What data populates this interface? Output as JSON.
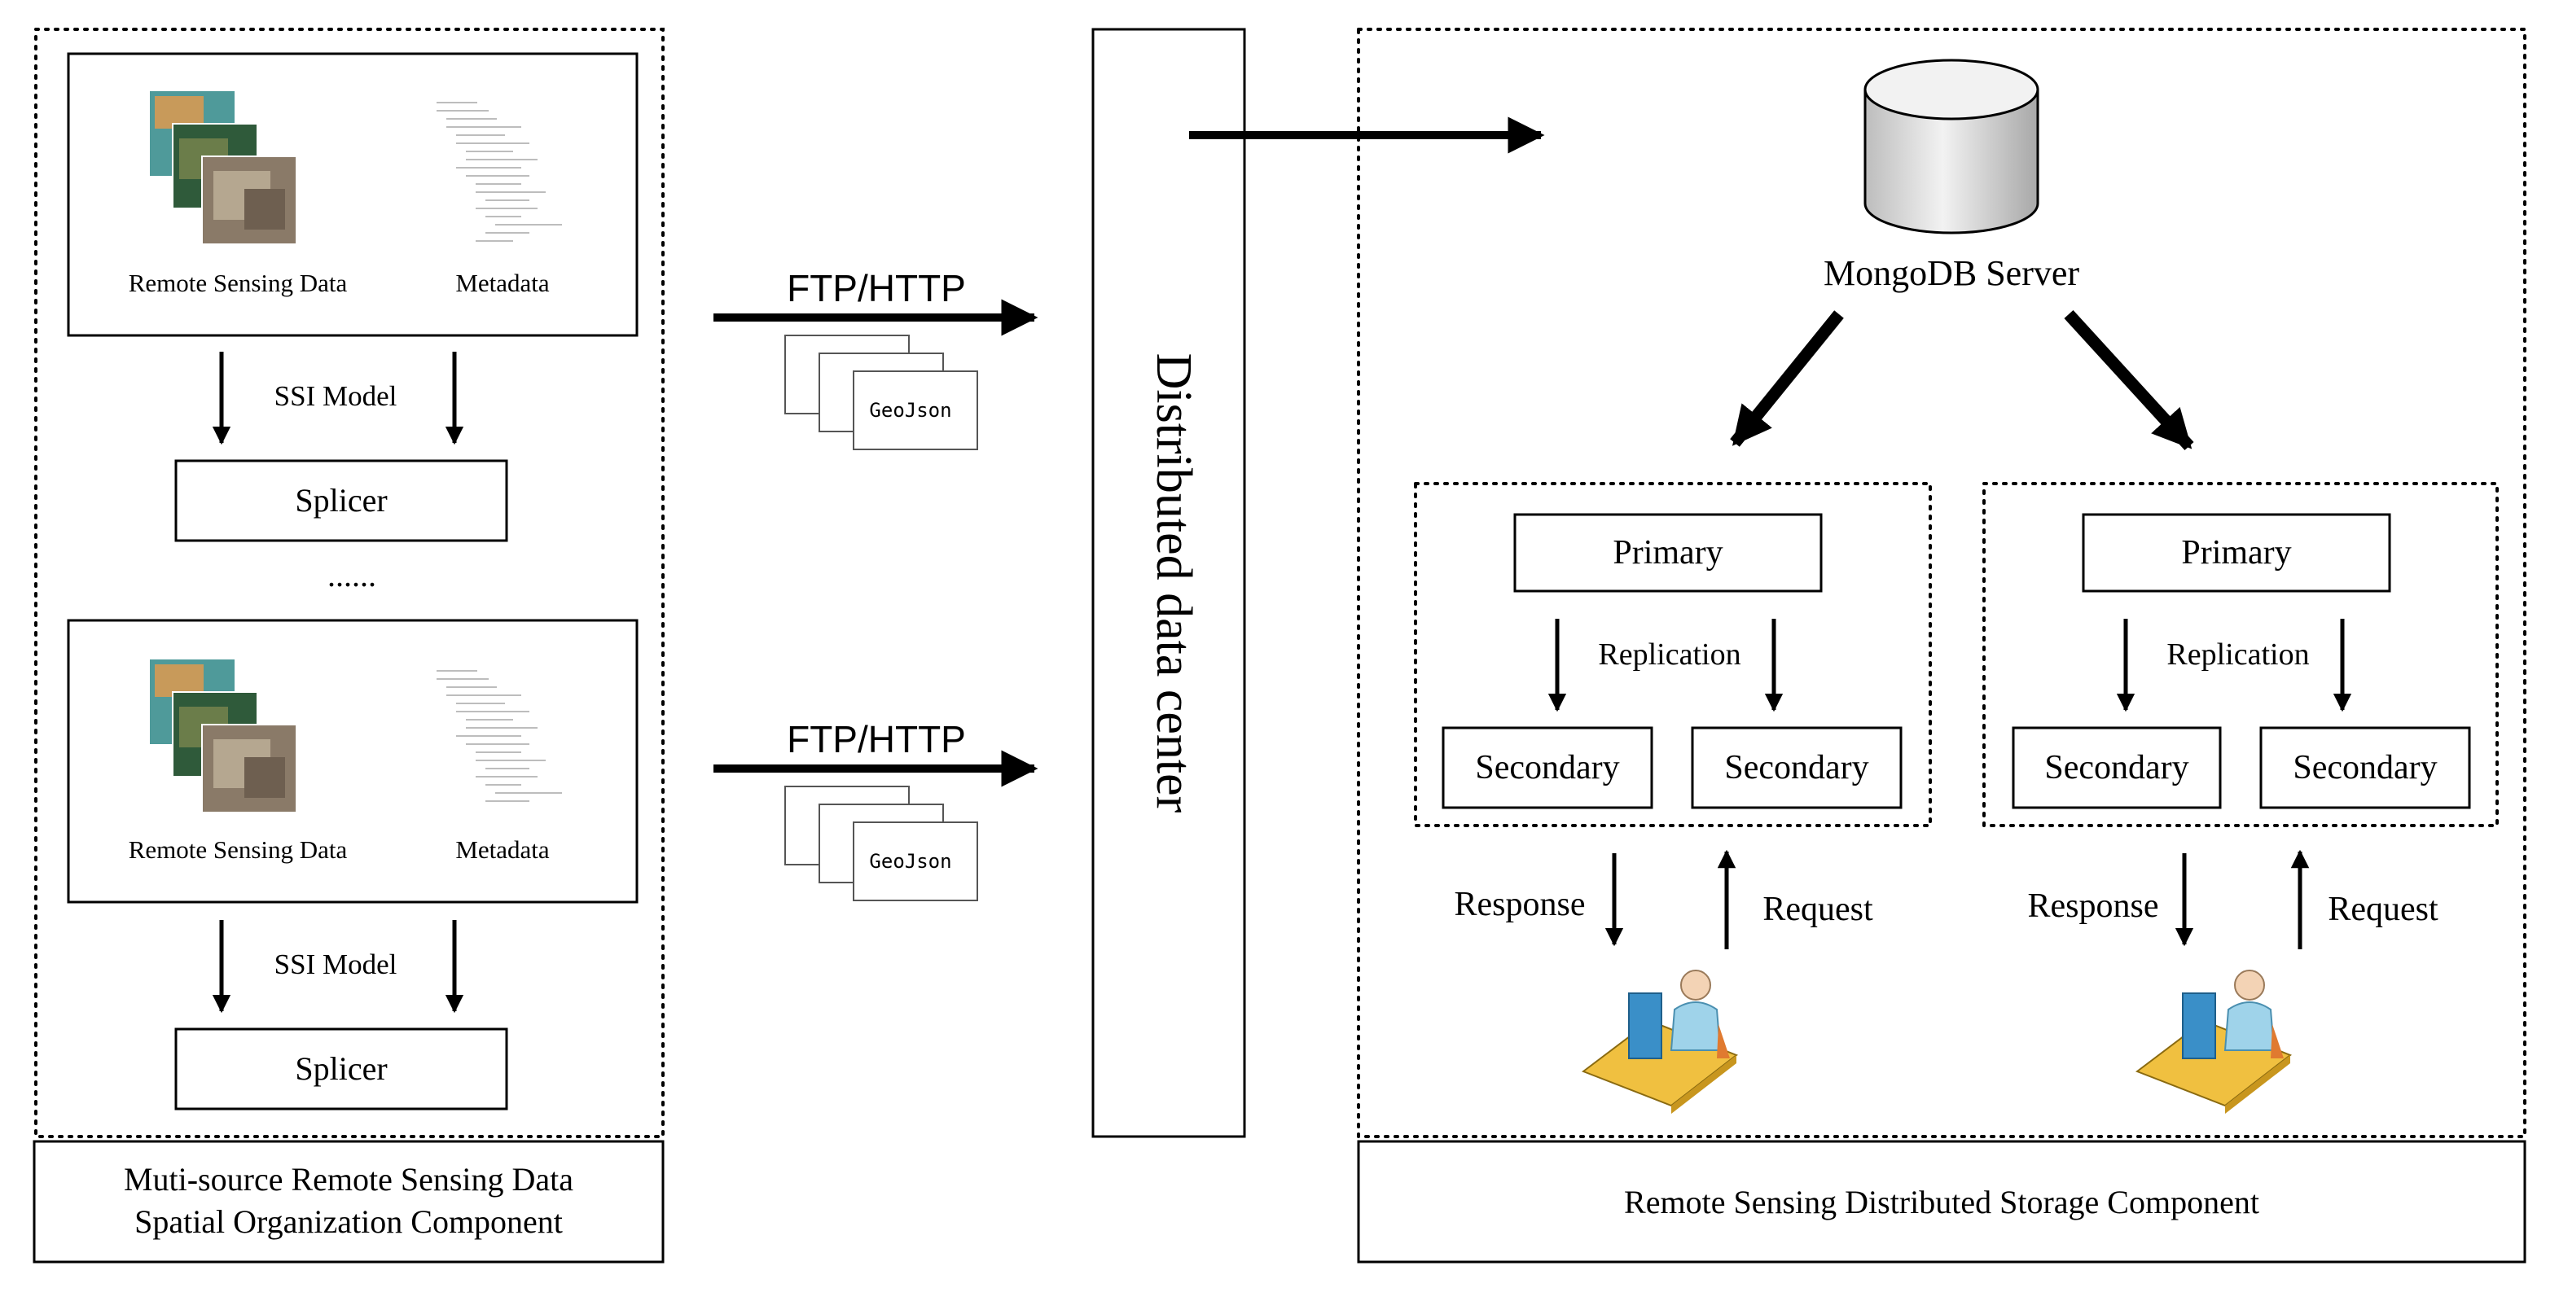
{
  "left_component": {
    "caption_line1": "Muti-source Remote Sensing Data",
    "caption_line2": "Spatial Organization Component",
    "groups": [
      {
        "rs_label": "Remote Sensing Data",
        "meta_label": "Metadata",
        "model_label": "SSI Model",
        "splicer_label": "Splicer"
      },
      {
        "rs_label": "Remote Sensing Data",
        "meta_label": "Metadata",
        "model_label": "SSI Model",
        "splicer_label": "Splicer"
      }
    ],
    "ellipsis": "......"
  },
  "transfers": [
    {
      "protocol": "FTP/HTTP",
      "doc_label": "GeoJson"
    },
    {
      "protocol": "FTP/HTTP",
      "doc_label": "GeoJson"
    }
  ],
  "center": {
    "label": "Distributed data center"
  },
  "right_component": {
    "server_label": "MongoDB Server",
    "caption": "Remote Sensing Distributed Storage Component",
    "replica_sets": [
      {
        "primary": "Primary",
        "replication": "Replication",
        "secondary_a": "Secondary",
        "secondary_b": "Secondary",
        "response": "Response",
        "request": "Request"
      },
      {
        "primary": "Primary",
        "replication": "Replication",
        "secondary_a": "Secondary",
        "secondary_b": "Secondary",
        "response": "Response",
        "request": "Request"
      }
    ]
  },
  "colors": {
    "line": "#000000",
    "db_body": "#d9d9d9",
    "db_top": "#f2f2f2",
    "desk": "#f0c040",
    "person": "#9fd3ea",
    "monitor": "#3a8fc8"
  }
}
